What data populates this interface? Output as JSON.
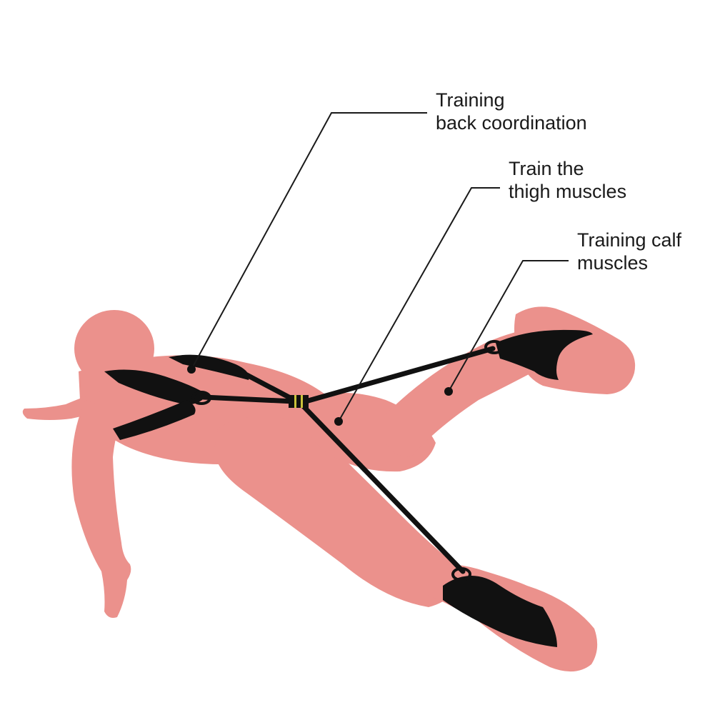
{
  "callouts": {
    "back": {
      "line1": "Training",
      "line2": "back coordination"
    },
    "thigh": {
      "line1": "Train the",
      "line2": "thigh muscles"
    },
    "calf": {
      "line1": "Training calf",
      "line2": "muscles"
    }
  },
  "colors": {
    "skin": "#eb918c",
    "strap": "#111111",
    "buckle_stripe": "#c9c23a",
    "leader_line": "#1a1a1a",
    "background": "#ffffff"
  }
}
